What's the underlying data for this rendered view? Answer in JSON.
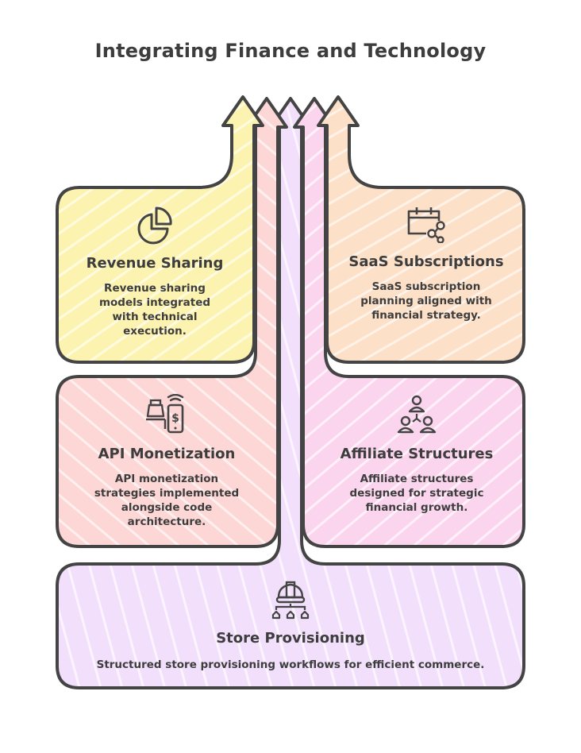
{
  "title": "Integrating Finance and Technology",
  "colors": {
    "stroke": "#444444",
    "revenue": "#fdf3b0",
    "saas": "#fde0c8",
    "api": "#fdd6d6",
    "affiliate": "#fbd5ee",
    "store": "#f1dffb"
  },
  "cards": {
    "revenue": {
      "icon": "pie-chart-icon",
      "title": "Revenue Sharing",
      "description": "Revenue sharing models integrated with technical execution."
    },
    "saas": {
      "icon": "calendar-share-icon",
      "title": "SaaS Subscriptions",
      "description": "SaaS subscription planning aligned with financial strategy."
    },
    "api": {
      "icon": "cash-register-phone-icon",
      "title": "API Monetization",
      "description": "API monetization strategies implemented alongside code architecture."
    },
    "affiliate": {
      "icon": "affiliate-network-icon",
      "title": "Affiliate Structures",
      "description": "Affiliate structures designed for strategic financial growth."
    },
    "store": {
      "icon": "hardhat-hierarchy-icon",
      "title": "Store Provisioning",
      "description": "Structured store provisioning workflows for efficient commerce."
    }
  }
}
